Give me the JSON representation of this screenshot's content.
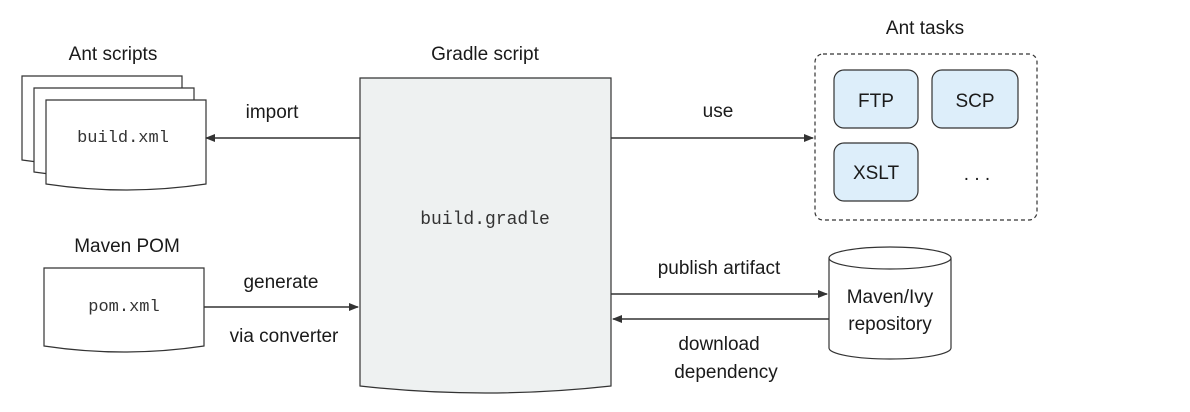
{
  "ant_scripts": {
    "title": "Ant scripts",
    "file": "build.xml"
  },
  "maven_pom": {
    "title": "Maven POM",
    "file": "pom.xml"
  },
  "gradle_script": {
    "title": "Gradle script",
    "file": "build.gradle"
  },
  "ant_tasks": {
    "title": "Ant tasks",
    "items": [
      "FTP",
      "SCP",
      "XSLT",
      ". . ."
    ]
  },
  "repository": {
    "line1": "Maven/Ivy",
    "line2": "repository"
  },
  "edges": {
    "import": "import",
    "use": "use",
    "generate": "generate",
    "via_converter": "via converter",
    "publish": "publish artifact",
    "download_line1": "download",
    "download_line2": "dependency"
  },
  "colors": {
    "gradle_fill": "#eef1f1",
    "task_fill": "#ddeefa",
    "stroke": "#333333"
  }
}
